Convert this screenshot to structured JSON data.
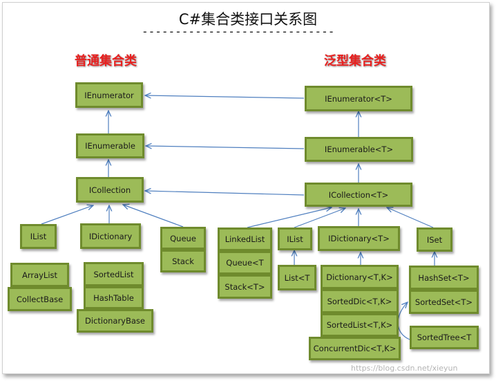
{
  "title": "C#集合类接口关系图",
  "title_rule": "-----------------------------",
  "sections": {
    "normal": "普通集合类",
    "generic": "泛型集合类"
  },
  "nodes": {
    "ienumerator": "IEnumerator",
    "ienumerable": "IEnumerable",
    "icollection": "ICollection",
    "ilist": "IList",
    "idictionary": "IDictionary",
    "queue": "Queue",
    "stack": "Stack",
    "arraylist": "ArrayList",
    "collectbase": "CollectBase",
    "sortedlist": "SortedList",
    "hashtable": "HashTable",
    "dictionarybase": "DictionaryBase",
    "g_ienumerator": "IEnumerator<T>",
    "g_ienumerable": "IEnumerable<T>",
    "g_icollection": "ICollection<T>",
    "linkedlist": "LinkedList",
    "g_queue": "Queue<T",
    "g_stack": "Stack<T>",
    "g_ilist": "IList",
    "g_list": "List<T",
    "g_idictionary": "IDictionary<T>",
    "g_dictionary": "Dictionary<T,K>",
    "g_sorteddic": "SortedDic<T,K>",
    "g_sortedlist": "SortedList<T,K>",
    "g_concurrentdic": "ConcurrentDic<T,K>",
    "iset": "ISet",
    "hashset": "HashSet<T>",
    "sortedset": "SortedSet<T>",
    "sortedtree": "SortedTree<T"
  },
  "watermark": "https://blog.csdn.net/xieyun"
}
